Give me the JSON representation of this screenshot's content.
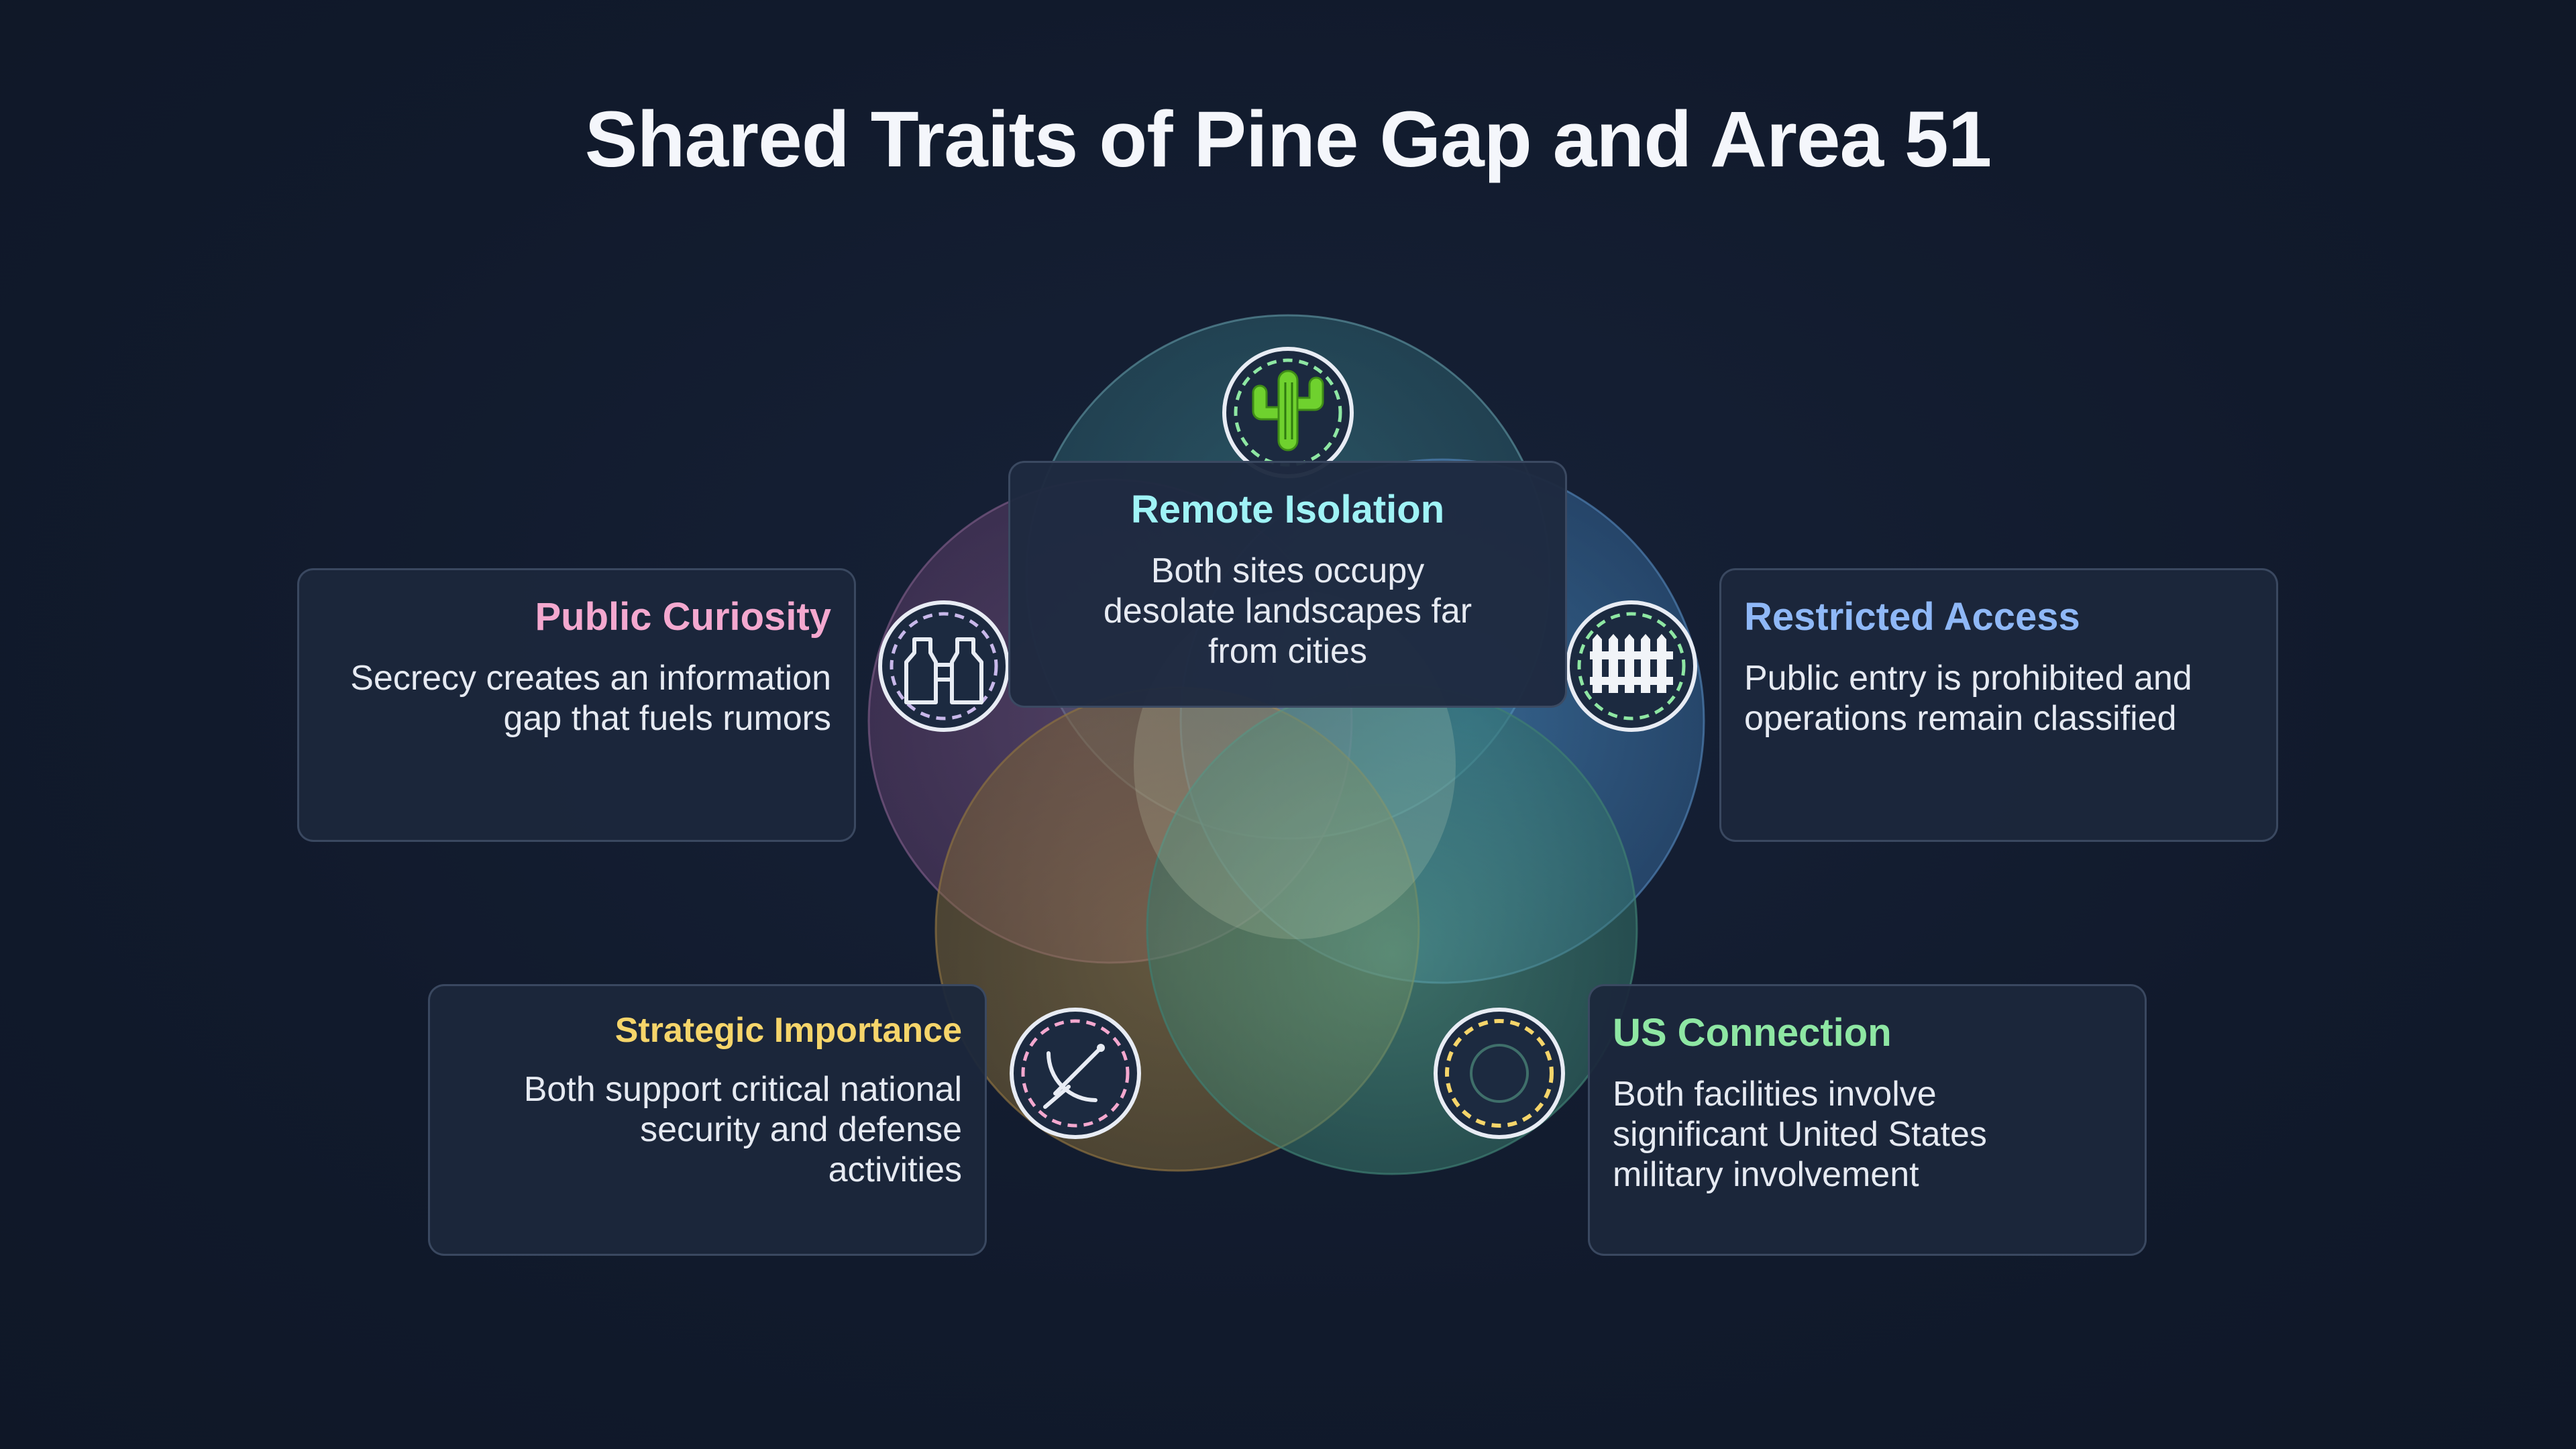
{
  "title": "Shared Traits of Pine Gap and Area 51",
  "colors": {
    "background": "#121b2e",
    "card_bg": "#1c273c",
    "remote": "#9ff3f6",
    "curiosity": "#f4a8cf",
    "access": "#8fb8f7",
    "strategic": "#f6d56a",
    "us": "#8ee7a3",
    "icon_dash_green": "#8ee7a3",
    "icon_dash_pink": "#f4a8cf",
    "icon_dash_yellow": "#f6d56a",
    "cactus": "#6fd12e"
  },
  "traits": {
    "remote": {
      "heading": "Remote Isolation",
      "body": "Both sites occupy desolate landscapes far from cities",
      "icon": "cactus-icon"
    },
    "curiosity": {
      "heading": "Public Curiosity",
      "body": "Secrecy creates an information gap that fuels rumors",
      "icon": "binoculars-icon"
    },
    "access": {
      "heading": "Restricted Access",
      "body": "Public entry is prohibited and operations remain classified",
      "icon": "fence-icon"
    },
    "strategic": {
      "heading": "Strategic Importance",
      "body": "Both support critical national security and defense activities",
      "icon": "satellite-dish-icon"
    },
    "us": {
      "heading": "US Connection",
      "body": "Both facilities involve significant United States military involvement",
      "icon": "target-circle-icon"
    }
  }
}
